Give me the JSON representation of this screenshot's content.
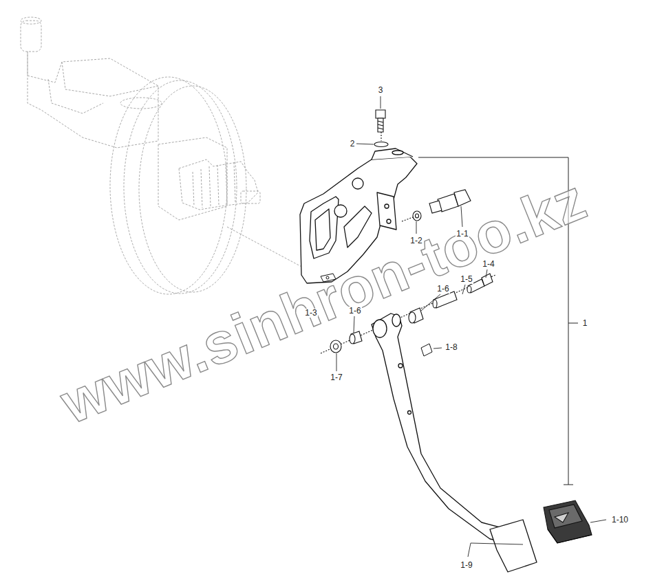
{
  "diagram": {
    "labels": [
      "3",
      "2",
      "1-2",
      "1-1",
      "1-4",
      "1-5",
      "1-6",
      "1-3",
      "1-6",
      "1-8",
      "1-7",
      "1",
      "1-10",
      "1-9",
      "www.sinhron-too.kz"
    ]
  }
}
